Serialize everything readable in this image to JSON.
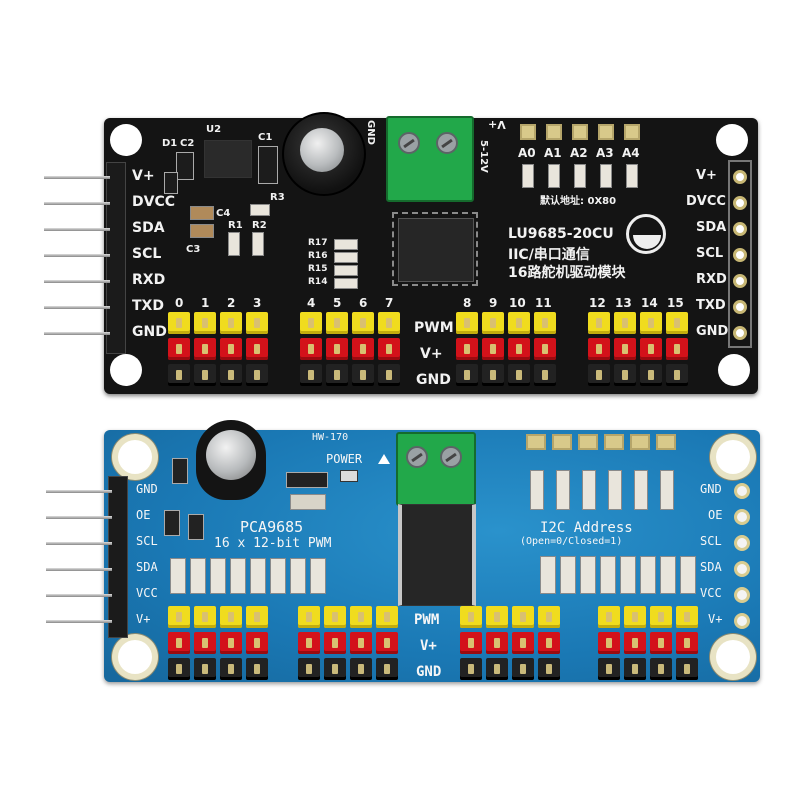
{
  "black_board": {
    "power_in_label": "V+",
    "voltage_label": "5-12V",
    "gnd_label": "GND",
    "left_pins": [
      "V+",
      "DVCC",
      "SDA",
      "SCL",
      "RXD",
      "TXD",
      "GND"
    ],
    "right_pins": [
      "V+",
      "DVCC",
      "SDA",
      "SCL",
      "RXD",
      "TXD",
      "GND"
    ],
    "address_pads": [
      "A0",
      "A1",
      "A2",
      "A3",
      "A4"
    ],
    "default_address": "默认地址: 0X80",
    "model": "LU9685-20CU",
    "subtitle1": "IIC/串口通信",
    "subtitle2": "16路舵机驱动模块",
    "channel_numbers": [
      "0",
      "1",
      "2",
      "3",
      "4",
      "5",
      "6",
      "7",
      "8",
      "9",
      "10",
      "11",
      "12",
      "13",
      "14",
      "15"
    ],
    "row_labels": [
      "PWM",
      "V+",
      "GND"
    ],
    "component_labels": [
      "D1",
      "C2",
      "U2",
      "C1",
      "C4",
      "R3",
      "R1",
      "R2",
      "C3",
      "R17",
      "R16",
      "R15",
      "R14"
    ]
  },
  "blue_board": {
    "model_code": "HW-170",
    "power_label": "POWER",
    "chip_name": "PCA9685",
    "chip_desc": "16 x 12-bit PWM",
    "address_title": "I2C Address",
    "address_hint": "(Open=0/Closed=1)",
    "left_pins": [
      "GND",
      "OE",
      "SCL",
      "SDA",
      "VCC",
      "V+"
    ],
    "right_pins": [
      "GND",
      "OE",
      "SCL",
      "SDA",
      "VCC",
      "V+"
    ],
    "row_labels": [
      "PWM",
      "V+",
      "GND"
    ]
  },
  "colors": {
    "black_pcb": "#141414",
    "blue_pcb": "#1a7bb6",
    "pin_yellow": "#f0dc1e",
    "pin_red": "#d3121a",
    "terminal_green": "#22a84a"
  }
}
